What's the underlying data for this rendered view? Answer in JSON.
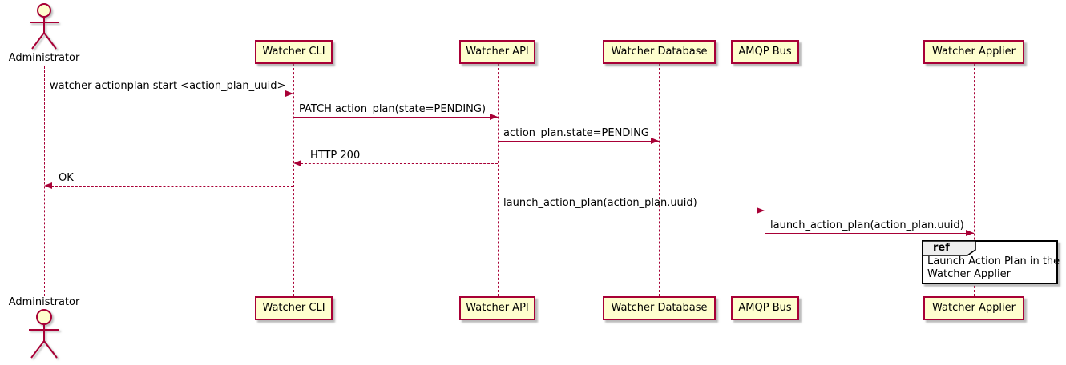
{
  "colors": {
    "accent": "#A80036",
    "participant_fill": "#FEFECE",
    "ref_header_fill": "#EEEEEE",
    "text": "#000000",
    "background": "#FFFFFF"
  },
  "actor": {
    "label": "Administrator"
  },
  "participants": [
    {
      "label": "Watcher CLI"
    },
    {
      "label": "Watcher API"
    },
    {
      "label": "Watcher Database"
    },
    {
      "label": "AMQP Bus"
    },
    {
      "label": "Watcher Applier"
    }
  ],
  "messages": [
    {
      "from": "Administrator",
      "to": "Watcher CLI",
      "label": "watcher actionplan start <action_plan_uuid>",
      "line": "solid",
      "direction": "right"
    },
    {
      "from": "Watcher CLI",
      "to": "Watcher API",
      "label": "PATCH action_plan(state=PENDING)",
      "line": "solid",
      "direction": "right"
    },
    {
      "from": "Watcher API",
      "to": "Watcher Database",
      "label": "action_plan.state=PENDING",
      "line": "solid",
      "direction": "right"
    },
    {
      "from": "Watcher API",
      "to": "Watcher CLI",
      "label": "HTTP 200",
      "line": "dashed",
      "direction": "left"
    },
    {
      "from": "Watcher CLI",
      "to": "Administrator",
      "label": "OK",
      "line": "dashed",
      "direction": "left"
    },
    {
      "from": "Watcher API",
      "to": "AMQP Bus",
      "label": "launch_action_plan(action_plan.uuid)",
      "line": "solid",
      "direction": "right"
    },
    {
      "from": "AMQP Bus",
      "to": "Watcher Applier",
      "label": "launch_action_plan(action_plan.uuid)",
      "line": "solid",
      "direction": "right"
    }
  ],
  "ref_fragment": {
    "keyword": "ref",
    "lines": [
      "Launch Action Plan in the",
      "Watcher Applier"
    ]
  }
}
